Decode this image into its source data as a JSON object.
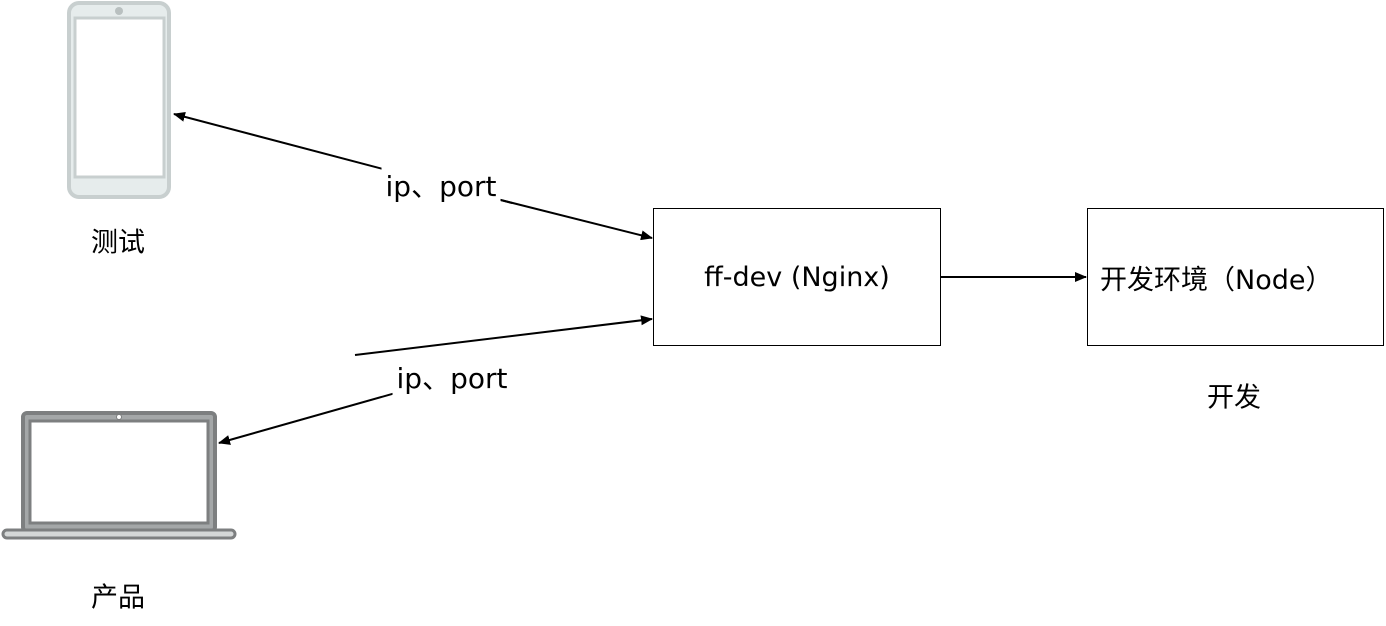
{
  "nodes": {
    "tester": {
      "label": "测试",
      "icon": "smartphone-icon"
    },
    "product": {
      "label": "产品",
      "icon": "laptop-icon"
    },
    "nginx": {
      "label": "ff-dev (Nginx)"
    },
    "node": {
      "label": "开发环境（Node）",
      "caption": "开发"
    }
  },
  "edges": {
    "tester_label": "ip、port",
    "product_label": "ip、port"
  },
  "colors": {
    "phone": "#c8cfcf",
    "laptop": "#7d7f80",
    "line": "#000000"
  }
}
